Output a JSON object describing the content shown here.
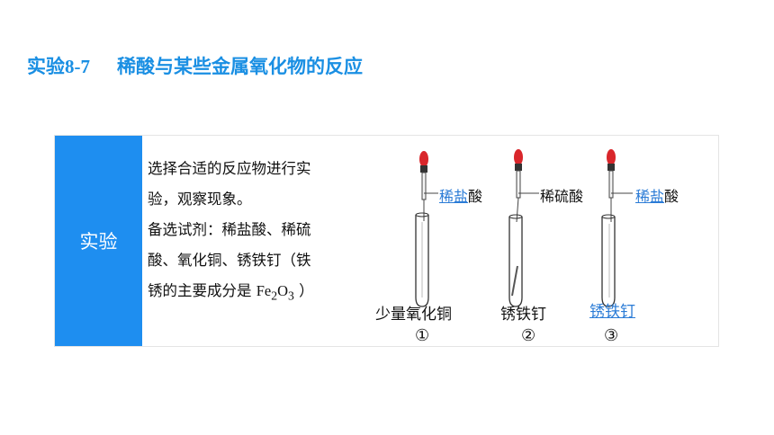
{
  "header": {
    "title_prefix": "实验",
    "title_num": "8-7",
    "title_text": "稀酸与某些金属氧化物的反应"
  },
  "panel": {
    "label": "实验",
    "description": [
      "选择合适的反应物进行实",
      "验，观察现象。",
      "备选试剂：稀盐酸、稀硫",
      "酸、氧化铜、锈铁钉（铁",
      "锈的主要成分是 "
    ],
    "formula": {
      "el1": "Fe",
      "sub1": "2",
      "el2": "O",
      "sub2": "3",
      "tail": " ）"
    }
  },
  "diagram": {
    "tubes": [
      {
        "reagent_underlined": "稀盐",
        "reagent_plain": "酸",
        "content": "少量氧化铜",
        "number": "①"
      },
      {
        "reagent_underlined": "",
        "reagent_plain": "稀硫酸",
        "content": "锈铁钉",
        "number": "②"
      },
      {
        "reagent_underlined": "稀盐",
        "reagent_plain": "酸",
        "content": "锈铁钉",
        "number": "③"
      }
    ]
  },
  "colors": {
    "title": "#1a8fe3",
    "label_bg": "#1e8ef0",
    "link": "#2a7bd6",
    "dropper_bulb": "#d9262b"
  }
}
